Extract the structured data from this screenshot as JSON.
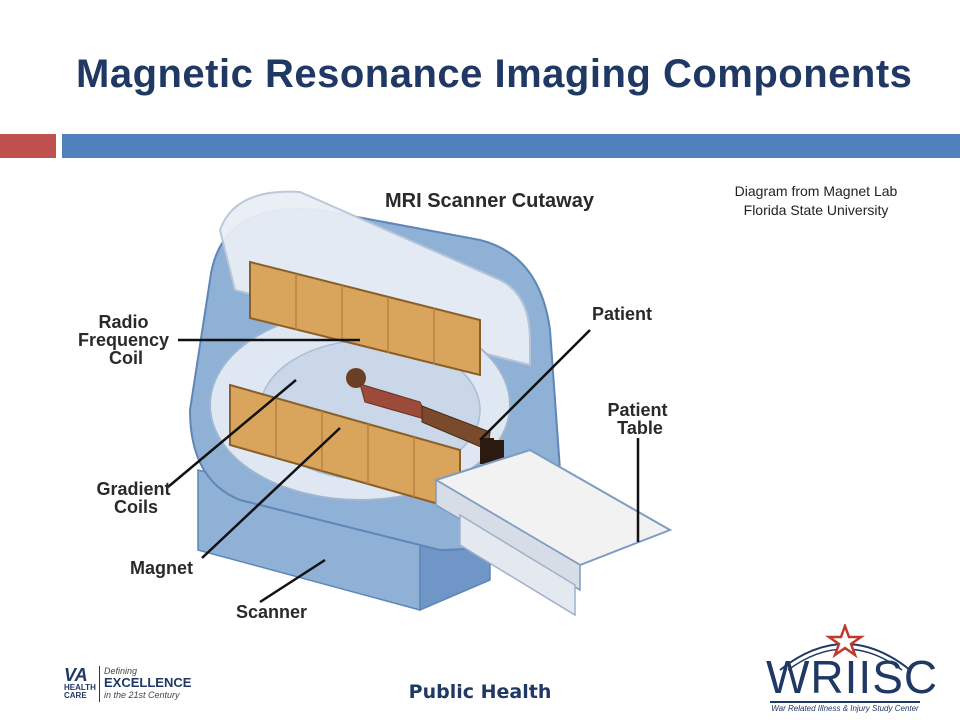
{
  "slide": {
    "title": "Magnetic Resonance Imaging Components",
    "colors": {
      "title": "#1f3864",
      "accent_left": "#c0504d",
      "accent_right": "#4f81bd",
      "footer_text": "#1f3864"
    }
  },
  "credit": {
    "line1": "Diagram from Magnet Lab",
    "line2": "Florida State University"
  },
  "diagram": {
    "heading": "MRI Scanner Cutaway",
    "labels": {
      "radio_frequency_coil": [
        "Radio",
        "Frequency",
        "Coil"
      ],
      "gradient_coils": [
        "Gradient",
        "Coils"
      ],
      "magnet": "Magnet",
      "scanner": "Scanner",
      "patient": "Patient",
      "patient_table": [
        "Patient",
        "Table"
      ]
    },
    "colors": {
      "housing_blue": "#8fb1d6",
      "housing_dark": "#5f86b8",
      "shell": "#e9eef5",
      "coil": "#d9a45c",
      "coil_dark": "#b9823f",
      "table": "#f2f2f2"
    }
  },
  "footer": {
    "center_text": "Public Health",
    "va_logo": {
      "mark_big": "VA",
      "mark_line1": "HEALTH",
      "mark_line2": "CARE",
      "tag_line1": "Defining",
      "tag_line2": "EXCELLENCE",
      "tag_line3": "in the 21st Century"
    },
    "wriisc_logo": {
      "name": "WRIISC",
      "subtitle": "War Related Illness & Injury Study Center",
      "star_color": "#c0392b",
      "text_color": "#1f3864",
      "icon": "star-icon"
    }
  }
}
